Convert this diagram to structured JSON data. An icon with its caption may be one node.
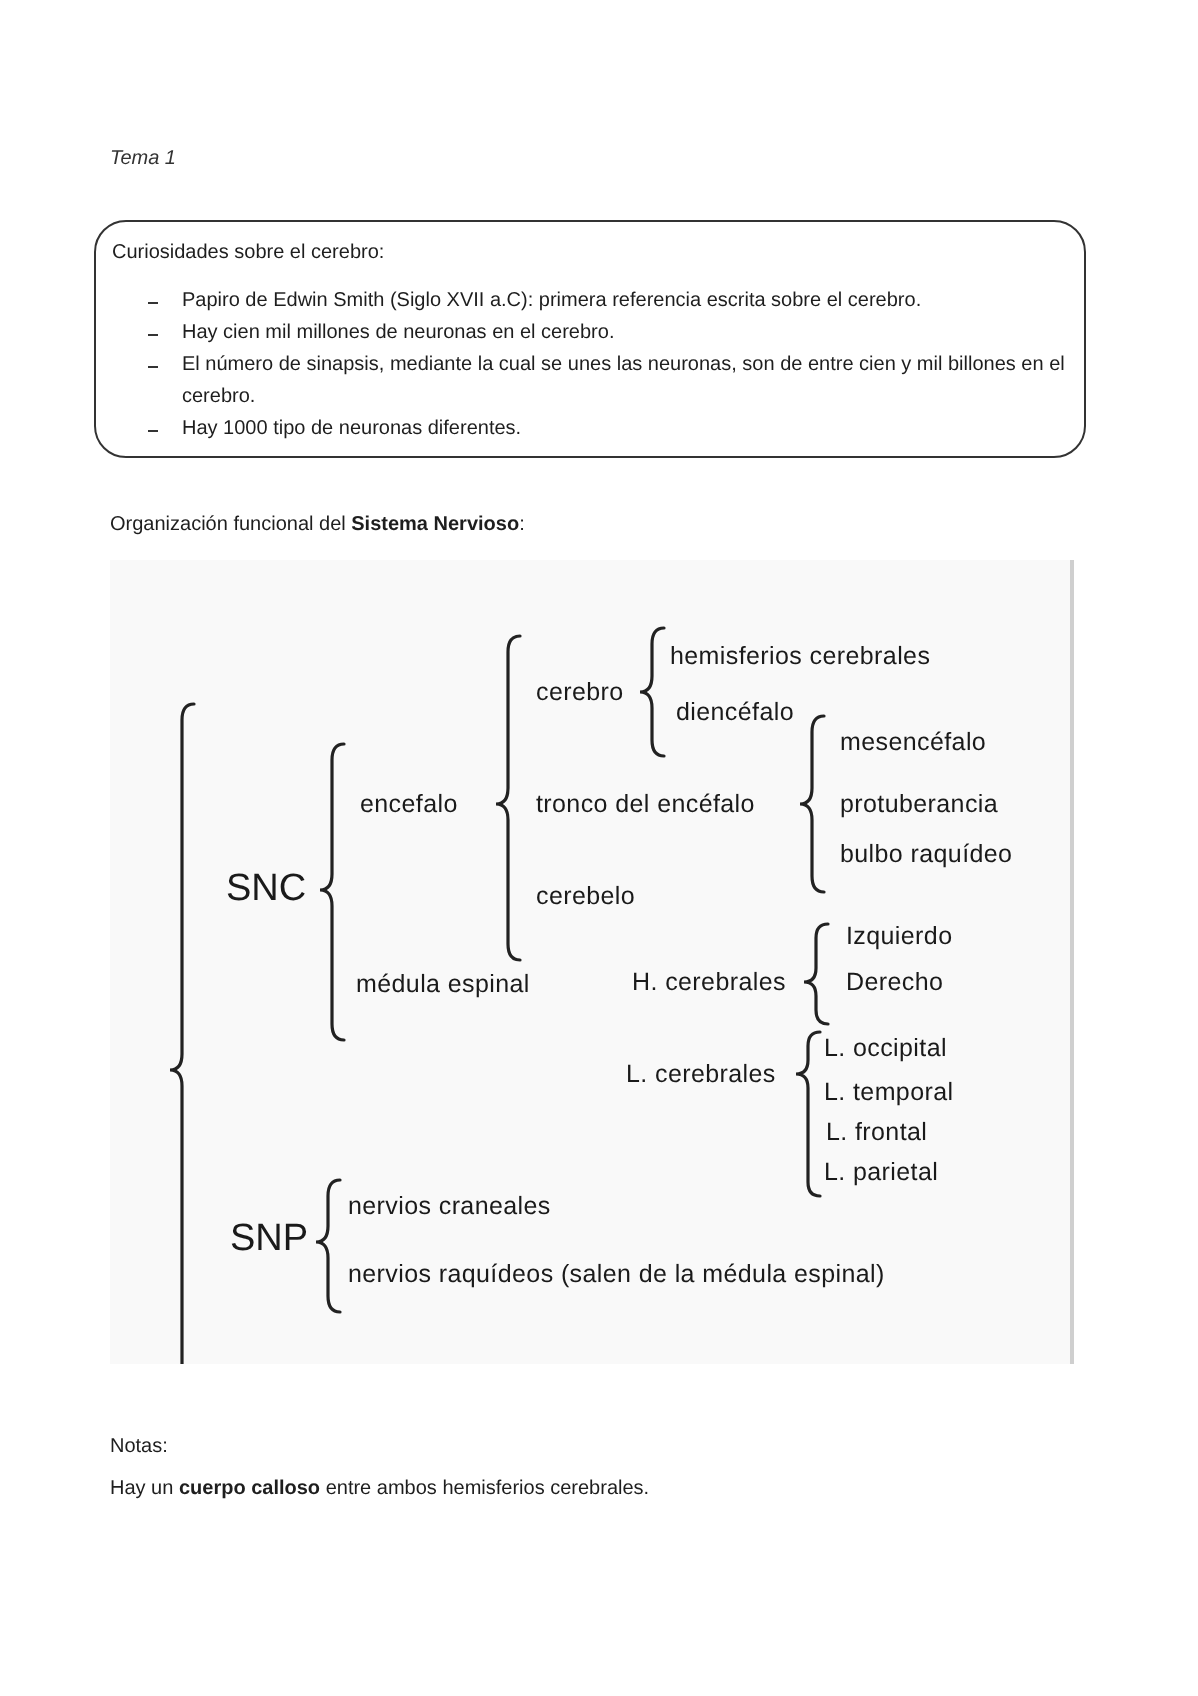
{
  "diagram": {
    "nodes": [
      {
        "text": [
          "Curiosidades sobre el cerebro:",
          "Papiro de Edwin Smith (Siglo XVII a.C): primera referencia escrita sobre el cerebro.",
          "Hay cien mil millones de neuronas en el cerebro.",
          "El número de sinapsis, mediante la cual se unes las neuronas, son de entre cien y mil billones en el cerebro.",
          "Hay 1000 tipo de neuronas diferentes."
        ]
      },
      {
        "text": [
          "SNC",
          "encefalo",
          "cerebro",
          "hemisferios cerebrales",
          "diencéfalo",
          "tronco del encéfalo",
          "mesencéfalo",
          "protuberancia",
          "bulbo raquídeo",
          "cerebelo",
          "médula espinal",
          "H. cerebrales",
          "Izquierdo",
          "Derecho",
          "L. cerebrales",
          "L. occipital",
          "L. temporal",
          "L. frontal",
          "L. parietal",
          "SNP",
          "nervios craneales",
          "nervios raquídeos (salen de la médula espinal)"
        ]
      }
    ],
    "labels": [
      "Tema 1",
      "Organización funcional del **Sistema Nervioso**:",
      "Notas:",
      "Hay un **cuerpo calloso** entre ambos hemisferios cerebrales."
    ]
  }
}
